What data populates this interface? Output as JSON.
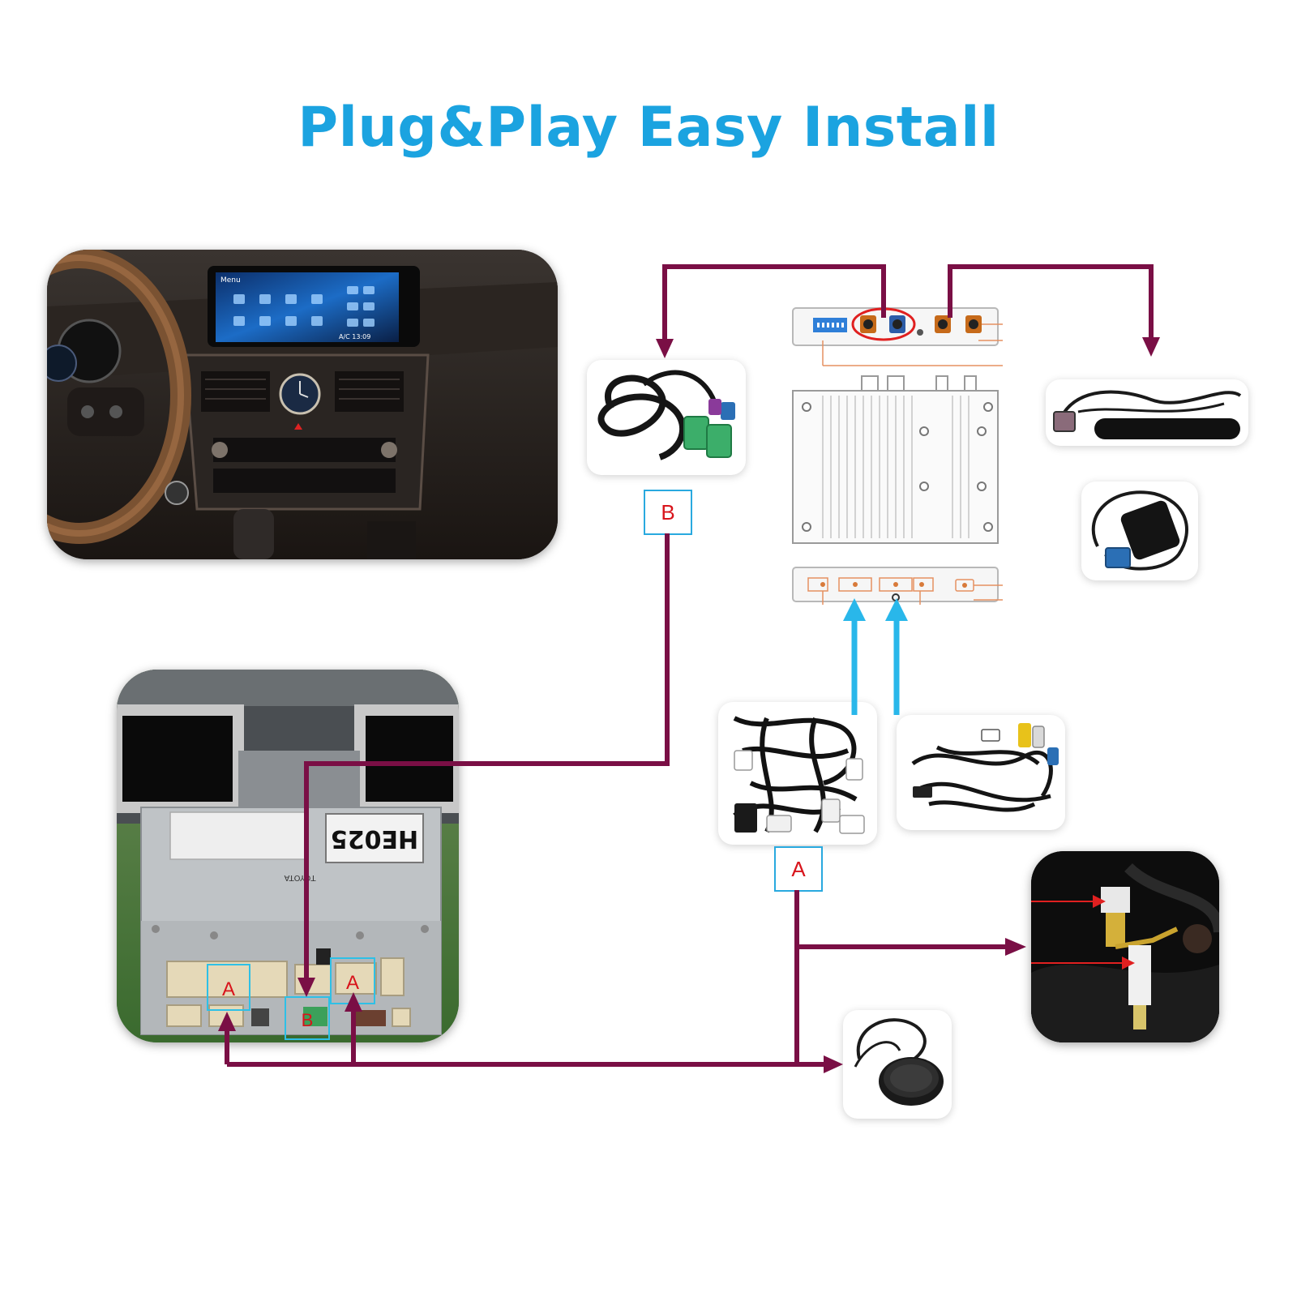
{
  "page": {
    "title": "Plug&Play Easy Install"
  },
  "labels": {
    "b_tag": "B",
    "a_tag": "A",
    "unit_a1": "A",
    "unit_a2": "A",
    "unit_b": "B",
    "unit_model": "HE025",
    "unit_brand": "TOYOTA"
  },
  "dashboard_screen": {
    "menu": "Menu",
    "ac_readout": "A/C 13:09"
  },
  "colors": {
    "title": "#1ba3e0",
    "flow_arrows": "#7a0f45",
    "input_arrows": "#29b7ea",
    "tag_border": "#29a9df",
    "tag_text": "#d8141b"
  },
  "icons": [
    "dashboard-photo",
    "lvds-harness-image",
    "fakra-antenna-image",
    "gps-antenna-image",
    "interface-box-image",
    "power-harness-image",
    "av-usb-cable-image",
    "connector-closeup-photo",
    "microphone-image",
    "head-unit-photo"
  ]
}
